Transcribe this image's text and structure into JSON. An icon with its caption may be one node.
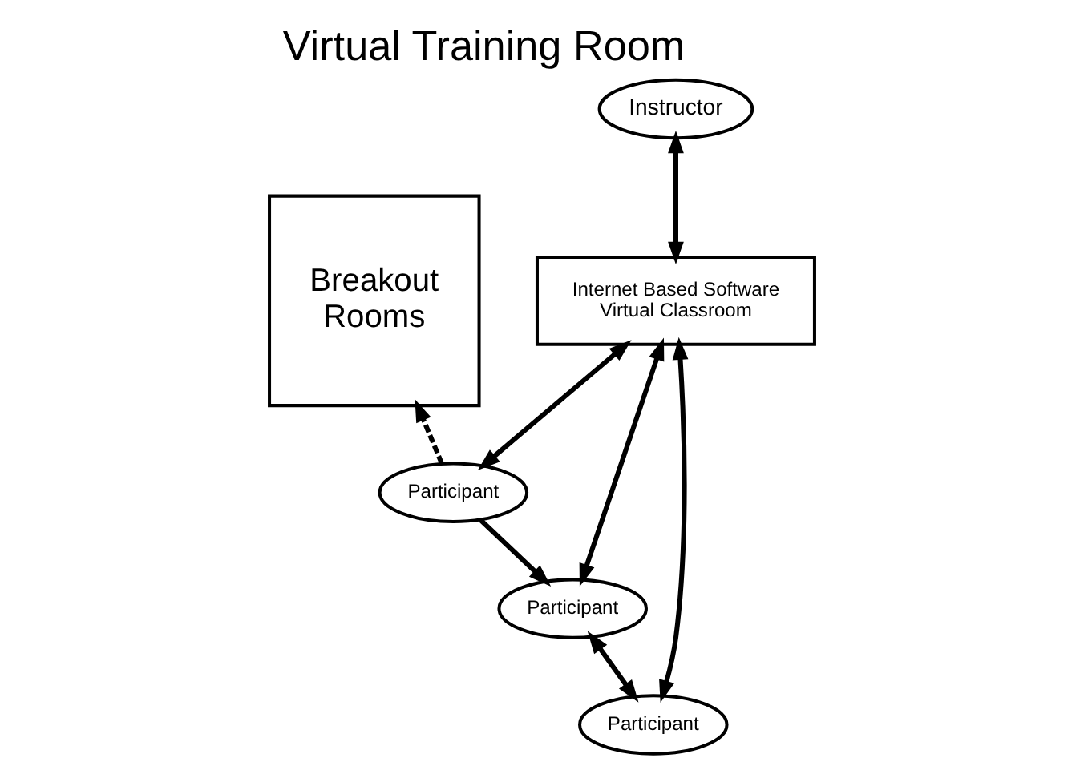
{
  "diagram": {
    "title": "Virtual Training Room",
    "nodes": [
      {
        "text": [
          "Instructor"
        ]
      },
      {
        "text": [
          "Internet Based Software Virtual Classroom"
        ]
      },
      {
        "text": [
          "Breakout Rooms"
        ]
      },
      {
        "text": [
          "Participant"
        ]
      },
      {
        "text": [
          "Participant"
        ]
      },
      {
        "text": [
          "Participant"
        ]
      }
    ],
    "edges": [
      {
        "from": 0,
        "to": 1,
        "arrow": "both"
      },
      {
        "from": 1,
        "to": 3,
        "arrow": "both"
      },
      {
        "from": 1,
        "to": 4,
        "arrow": "both"
      },
      {
        "from": 1,
        "to": 5,
        "arrow": "both"
      },
      {
        "from": 3,
        "to": 4,
        "arrow": "to"
      },
      {
        "from": 4,
        "to": 5,
        "arrow": "both"
      },
      {
        "from": 3,
        "to": 2,
        "arrow": "to",
        "style": "dashed"
      }
    ]
  }
}
